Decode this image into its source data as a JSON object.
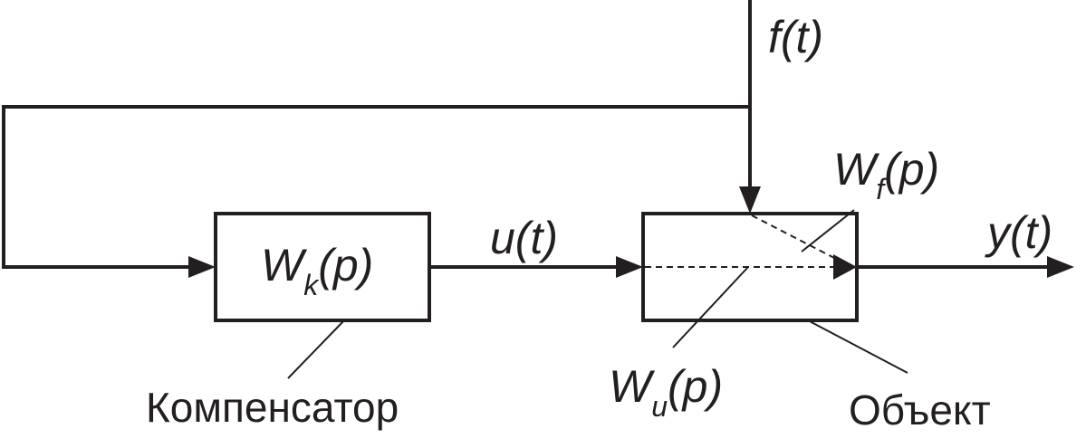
{
  "diagram": {
    "disturbance": {
      "main": "f(t)"
    },
    "compensator": {
      "main": "W",
      "sub": "k",
      "arg": "(p)",
      "caption": "Компенсатор"
    },
    "control": {
      "main": "u(t)"
    },
    "object": {
      "caption": "Объект"
    },
    "output": {
      "main": "y(t)"
    },
    "wf": {
      "main": "W",
      "sub": "f",
      "arg": "(p)"
    },
    "wu": {
      "main": "W",
      "sub": "u",
      "arg": "(p)"
    }
  }
}
